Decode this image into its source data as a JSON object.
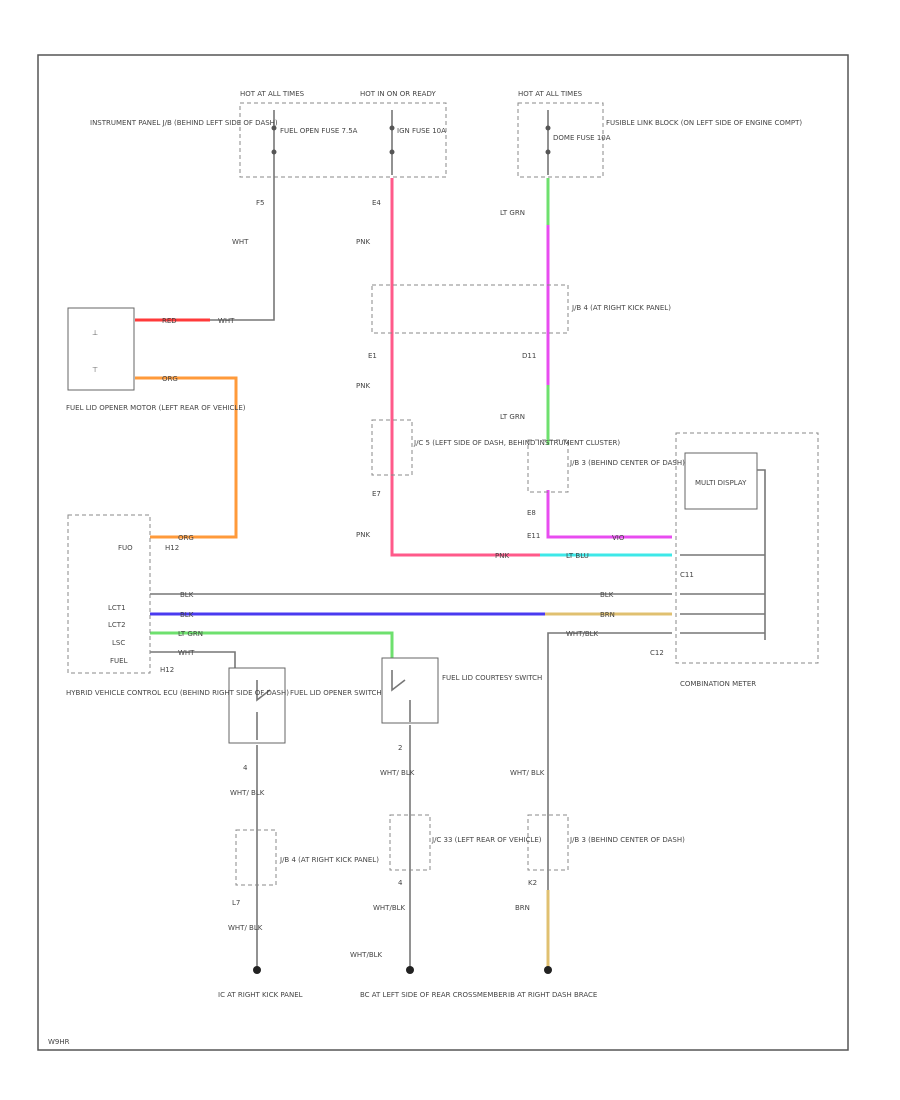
{
  "colors": {
    "red": "#ff3a3a",
    "orange": "#ff9a3a",
    "pink": "#ff5a8a",
    "green": "#6ee06e",
    "magenta": "#e84cf0",
    "cyan": "#3ee8e8",
    "blue": "#4a3af0",
    "tan": "#e0c070",
    "gray": "#888888",
    "black": "#222222"
  },
  "labels": {
    "hot_at_all_times_1": "HOT AT ALL TIMES",
    "hot_in_on": "HOT IN ON OR READY",
    "hot_at_all_times_2": "HOT AT ALL TIMES",
    "instr_panel_jb": "INSTRUMENT PANEL J/B (BEHIND LEFT SIDE OF DASH)",
    "fuel_open_fuse": "FUEL OPEN FUSE 7.5A",
    "ign_fuse": "IGN FUSE 10A",
    "dome_fuse": "DOME FUSE 10A",
    "fusible_link_block": "FUSIBLE LINK BLOCK (ON LEFT SIDE OF ENGINE COMPT)",
    "f5": "F5",
    "e4": "E4",
    "wht1": "WHT",
    "pnk1": "PNK",
    "ltgrn1": "LT GRN",
    "jb4_upper": "J/B 4 (AT RIGHT KICK PANEL)",
    "e1": "E1",
    "pnk2": "PNK",
    "d11": "D11",
    "ltgrn2": "LT GRN",
    "jc5": "J/C 5 (LEFT SIDE OF DASH, BEHIND INSTRUMENT CLUSTER)",
    "jb3_upper": "J/B 3 (BEHIND CENTER OF DASH)",
    "e7": "E7",
    "pnk3": "PNK",
    "e8": "E8",
    "red_wire": "RED",
    "wht_wire": "WHT",
    "org_wire": "ORG",
    "motor": "FUEL LID OPENER MOTOR (LEFT REAR OF VEHICLE)",
    "org2": "ORG",
    "fuo": "FUO",
    "h12": "H12",
    "pnk_ltblu": "LT BLU",
    "vio": "VIO",
    "pnk4": "PNK",
    "blk1": "BLK",
    "blk2": "BLK",
    "blk3": "BLK",
    "brn": "BRN",
    "ltgrn3": "LT GRN",
    "wht2": "WHT",
    "wht_blk1": "WHT/BLK",
    "lct1": "LCT1",
    "lct2": "LCT2",
    "lsc": "LSC",
    "fuel": "FUEL",
    "h12b": "H12",
    "hv_ecu": "HYBRID VEHICLE CONTROL ECU (BEHIND RIGHT SIDE OF DASH)",
    "multi_display": "MULTI DISPLAY",
    "combination_meter": "COMBINATION METER",
    "c11": "C11",
    "c12": "C12",
    "e11": "E11",
    "opener_switch": "FUEL LID OPENER SWITCH",
    "courtesy_switch": "FUEL LID COURTESY SWITCH",
    "num4a": "4",
    "num2": "2",
    "wht_blk2": "WHT/ BLK",
    "wht_blk3": "WHT/ BLK",
    "wht_blk4": "WHT/ BLK",
    "jb4_lower": "J/B 4 (AT RIGHT KICK PANEL)",
    "jc33": "J/C 33 (LEFT REAR OF VEHICLE)",
    "jb3_lower": "J/B 3 (BEHIND CENTER OF DASH)",
    "l7": "L7",
    "num4b": "4",
    "k2": "K2",
    "wht_blk5": "WHT/ BLK",
    "wht_blk6": "WHT/BLK",
    "wht_blk7": "WHT/BLK",
    "brn2": "BRN",
    "ground_ic": "IC AT RIGHT KICK PANEL",
    "ground_bc": "BC AT LEFT SIDE OF REAR CROSSMEMBER",
    "ground_ib": "IB AT RIGHT DASH BRACE",
    "footer": "W9HR"
  }
}
